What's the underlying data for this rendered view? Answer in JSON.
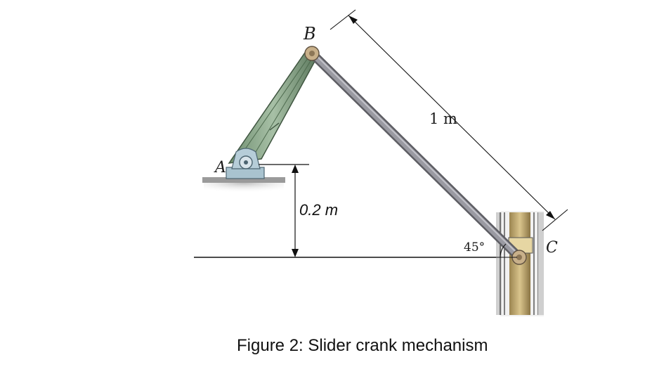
{
  "labels": {
    "point_a": "A",
    "point_b": "B",
    "point_c": "C",
    "length_bc": "1 m",
    "height": "0.2 m",
    "angle": "45°"
  },
  "caption": "Figure 2: Slider crank mechanism",
  "colors": {
    "crank": "#8aa68a",
    "crank_dark": "#5d7a5e",
    "rod": "#8f8f95",
    "rod_dark": "#5e5e64",
    "pin": "#b8a58a",
    "slider_rail": "#c8b27a",
    "ground": "#cfcfcf"
  }
}
